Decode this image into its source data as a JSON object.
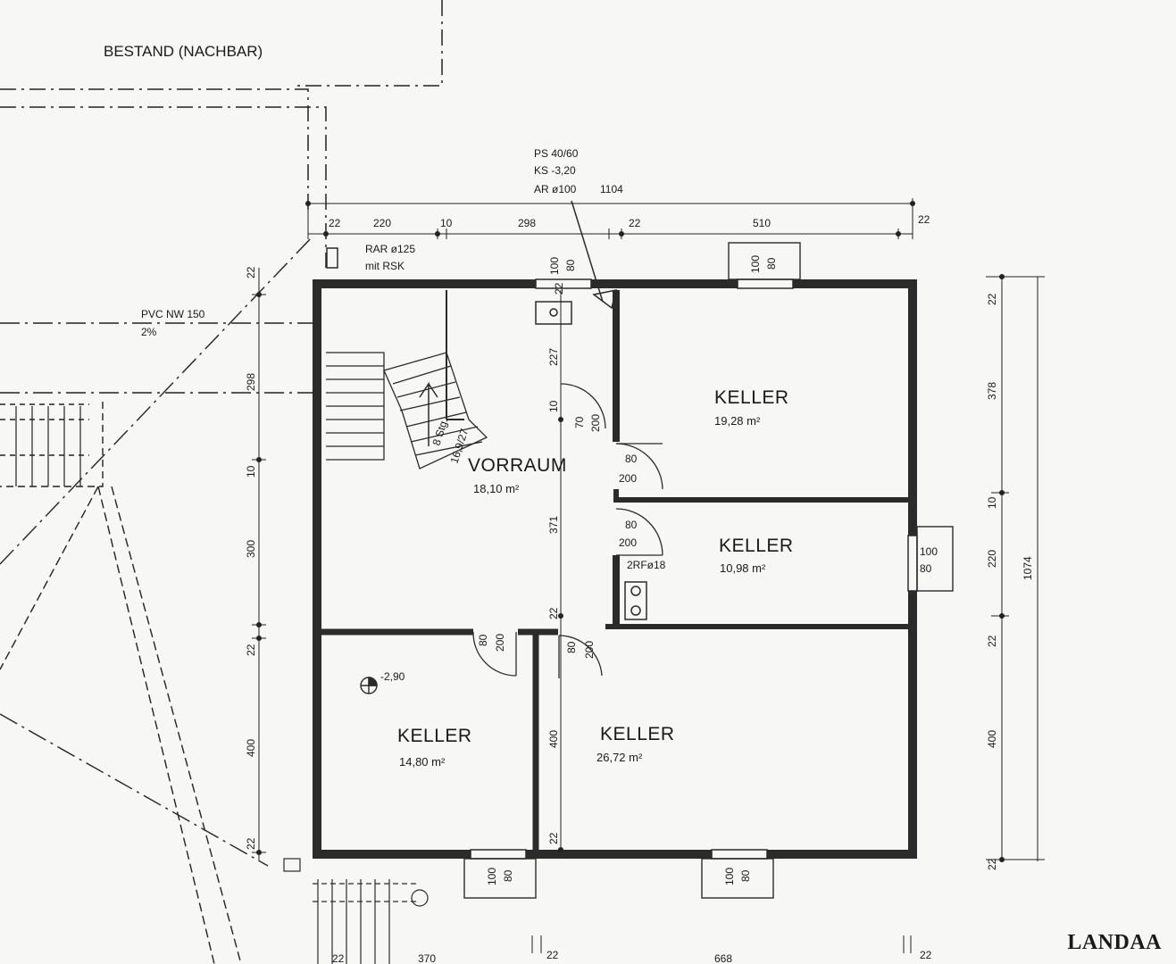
{
  "neighbor_label": "BESTAND (NACHBAR)",
  "brand": "LANDAA",
  "rooms": {
    "vorraum": {
      "name": "VORRAUM",
      "area": "18,10 m²"
    },
    "keller_ne": {
      "name": "KELLER",
      "area": "19,28 m²"
    },
    "keller_e": {
      "name": "KELLER",
      "area": "10,98 m²"
    },
    "keller_sw": {
      "name": "KELLER",
      "area": "14,80 m²"
    },
    "keller_se": {
      "name": "KELLER",
      "area": "26,72 m²"
    }
  },
  "notes": {
    "ps": "PS 40/60",
    "ks": "KS -3,20",
    "ar": "AR ø100",
    "rar": "RAR ø125",
    "rsk": "mit RSK",
    "pvc": "PVC NW 150",
    "slope": "2%",
    "rf": "2RFø18",
    "level": "-2,90",
    "stairs1": "8 Stg.",
    "stairs2": "16,9/27"
  },
  "dims": {
    "top_total": "1104",
    "top": [
      "22",
      "220",
      "10",
      "298",
      "22",
      "510",
      "22"
    ],
    "right": [
      "22",
      "378",
      "10",
      "220",
      "22",
      "400",
      "22"
    ],
    "right_total": "1074",
    "left": [
      "22",
      "298",
      "10",
      "300",
      "22",
      "400",
      "22"
    ],
    "bottom": [
      "22",
      "370",
      "22",
      "668",
      "22"
    ],
    "window_w": "100",
    "window_h": "80",
    "door_w": "80",
    "door_h": "200",
    "door_w2": "70",
    "stair_w": "227",
    "hall_h": "371",
    "wall10": "10",
    "wall22": "22",
    "sw_400": "400"
  }
}
